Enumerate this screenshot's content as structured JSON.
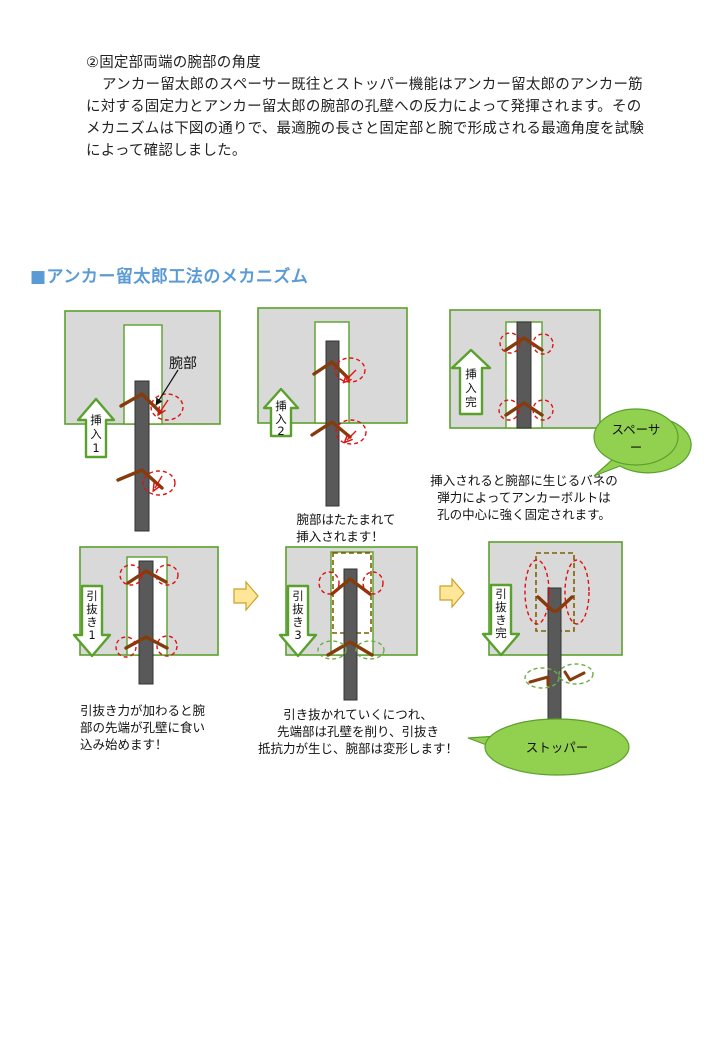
{
  "paragraph": {
    "heading": "②固定部両端の腕部の角度",
    "body": "アンカー留太郎のスペーサー既往とストッパー機能はアンカー留太郎のアンカー筋に対する固定力とアンカー留太郎の腕部の孔壁への反力によって発揮されます。そのメカニズムは下図の通りで、最適腕の長さと固定部と腕で形成される最適角度を試験によって確認しました。"
  },
  "section_title": "■アンカー留太郎工法のメカニズム",
  "diagram": {
    "arm_label": "腕部",
    "steps": {
      "insert1": [
        "挿",
        "入",
        "1"
      ],
      "insert2": [
        "挿",
        "入",
        "2"
      ],
      "insert_done": [
        "挿",
        "入",
        "完"
      ],
      "pull1": [
        "引",
        "抜",
        "き",
        "1"
      ],
      "pull3": [
        "引",
        "抜",
        "き",
        "3"
      ],
      "pull_done": [
        "引",
        "抜",
        "き",
        "完"
      ]
    },
    "callouts": {
      "spacer": [
        "スペーサ",
        "ー"
      ],
      "stopper": "ストッパー"
    },
    "captions": {
      "insert_done": [
        "挿入されると腕部に生じるバネの",
        "弾力によってアンカーボルトは",
        "孔の中心に強く固定されます。"
      ],
      "insert2": [
        "腕部はたたまれて",
        "挿入されます！"
      ],
      "pull1": [
        "引抜き力が加わると腕",
        "部の先端が孔壁に食い",
        "込み始めます！"
      ],
      "pull3": [
        "引き抜かれていくにつれ、",
        "先端部は孔壁を削り、引抜き",
        "抵抗力が生じ、腕部は変形します！"
      ]
    }
  }
}
